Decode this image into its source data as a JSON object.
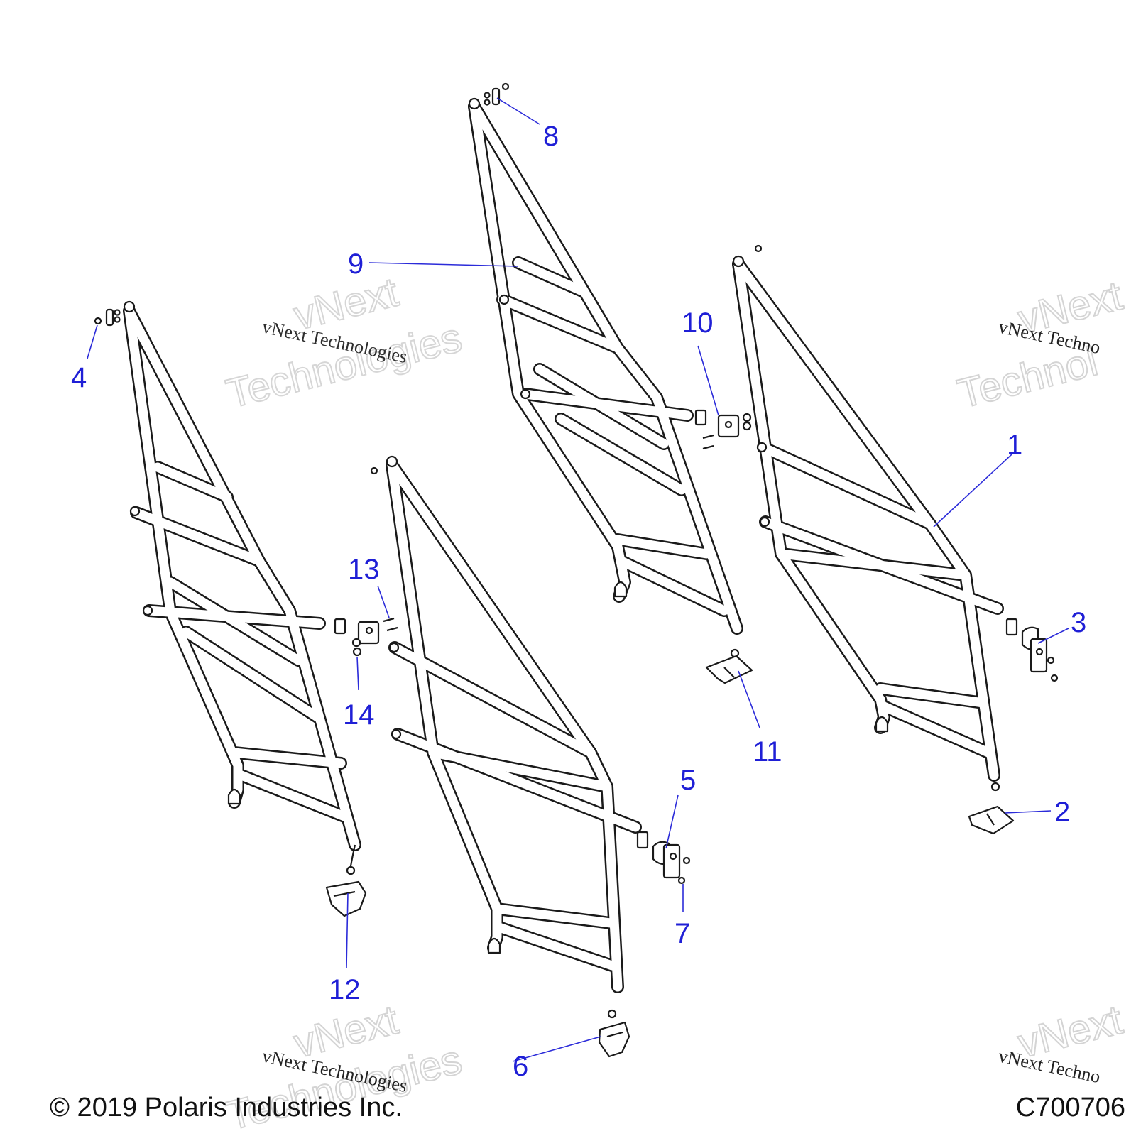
{
  "callouts": {
    "c1": "1",
    "c2": "2",
    "c3": "3",
    "c4": "4",
    "c5": "5",
    "c6": "6",
    "c7": "7",
    "c8": "8",
    "c9": "9",
    "c10": "10",
    "c11": "11",
    "c12": "12",
    "c13": "13",
    "c14": "14"
  },
  "watermark": {
    "small": "vNext Technologies",
    "big_line1": "vNext",
    "big_line2": "Technologies",
    "small_cut": "vNext Techno",
    "big_line2_cut": "Technol"
  },
  "footer": {
    "copyright": "© 2019 Polaris Industries Inc.",
    "diagram_code": "C700706"
  }
}
